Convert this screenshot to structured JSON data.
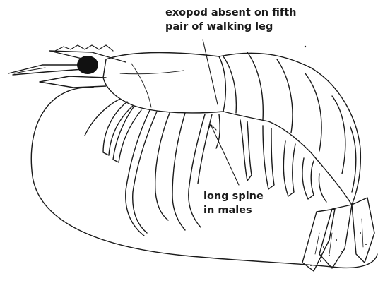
{
  "annotations": {
    "exopod": {
      "line1": "exopod absent on fifth",
      "line2": "pair of walking leg"
    },
    "spine": {
      "line1": "long spine",
      "line2": "in males"
    }
  },
  "colors": {
    "ink": "#1a1a1a",
    "background": "#ffffff"
  }
}
